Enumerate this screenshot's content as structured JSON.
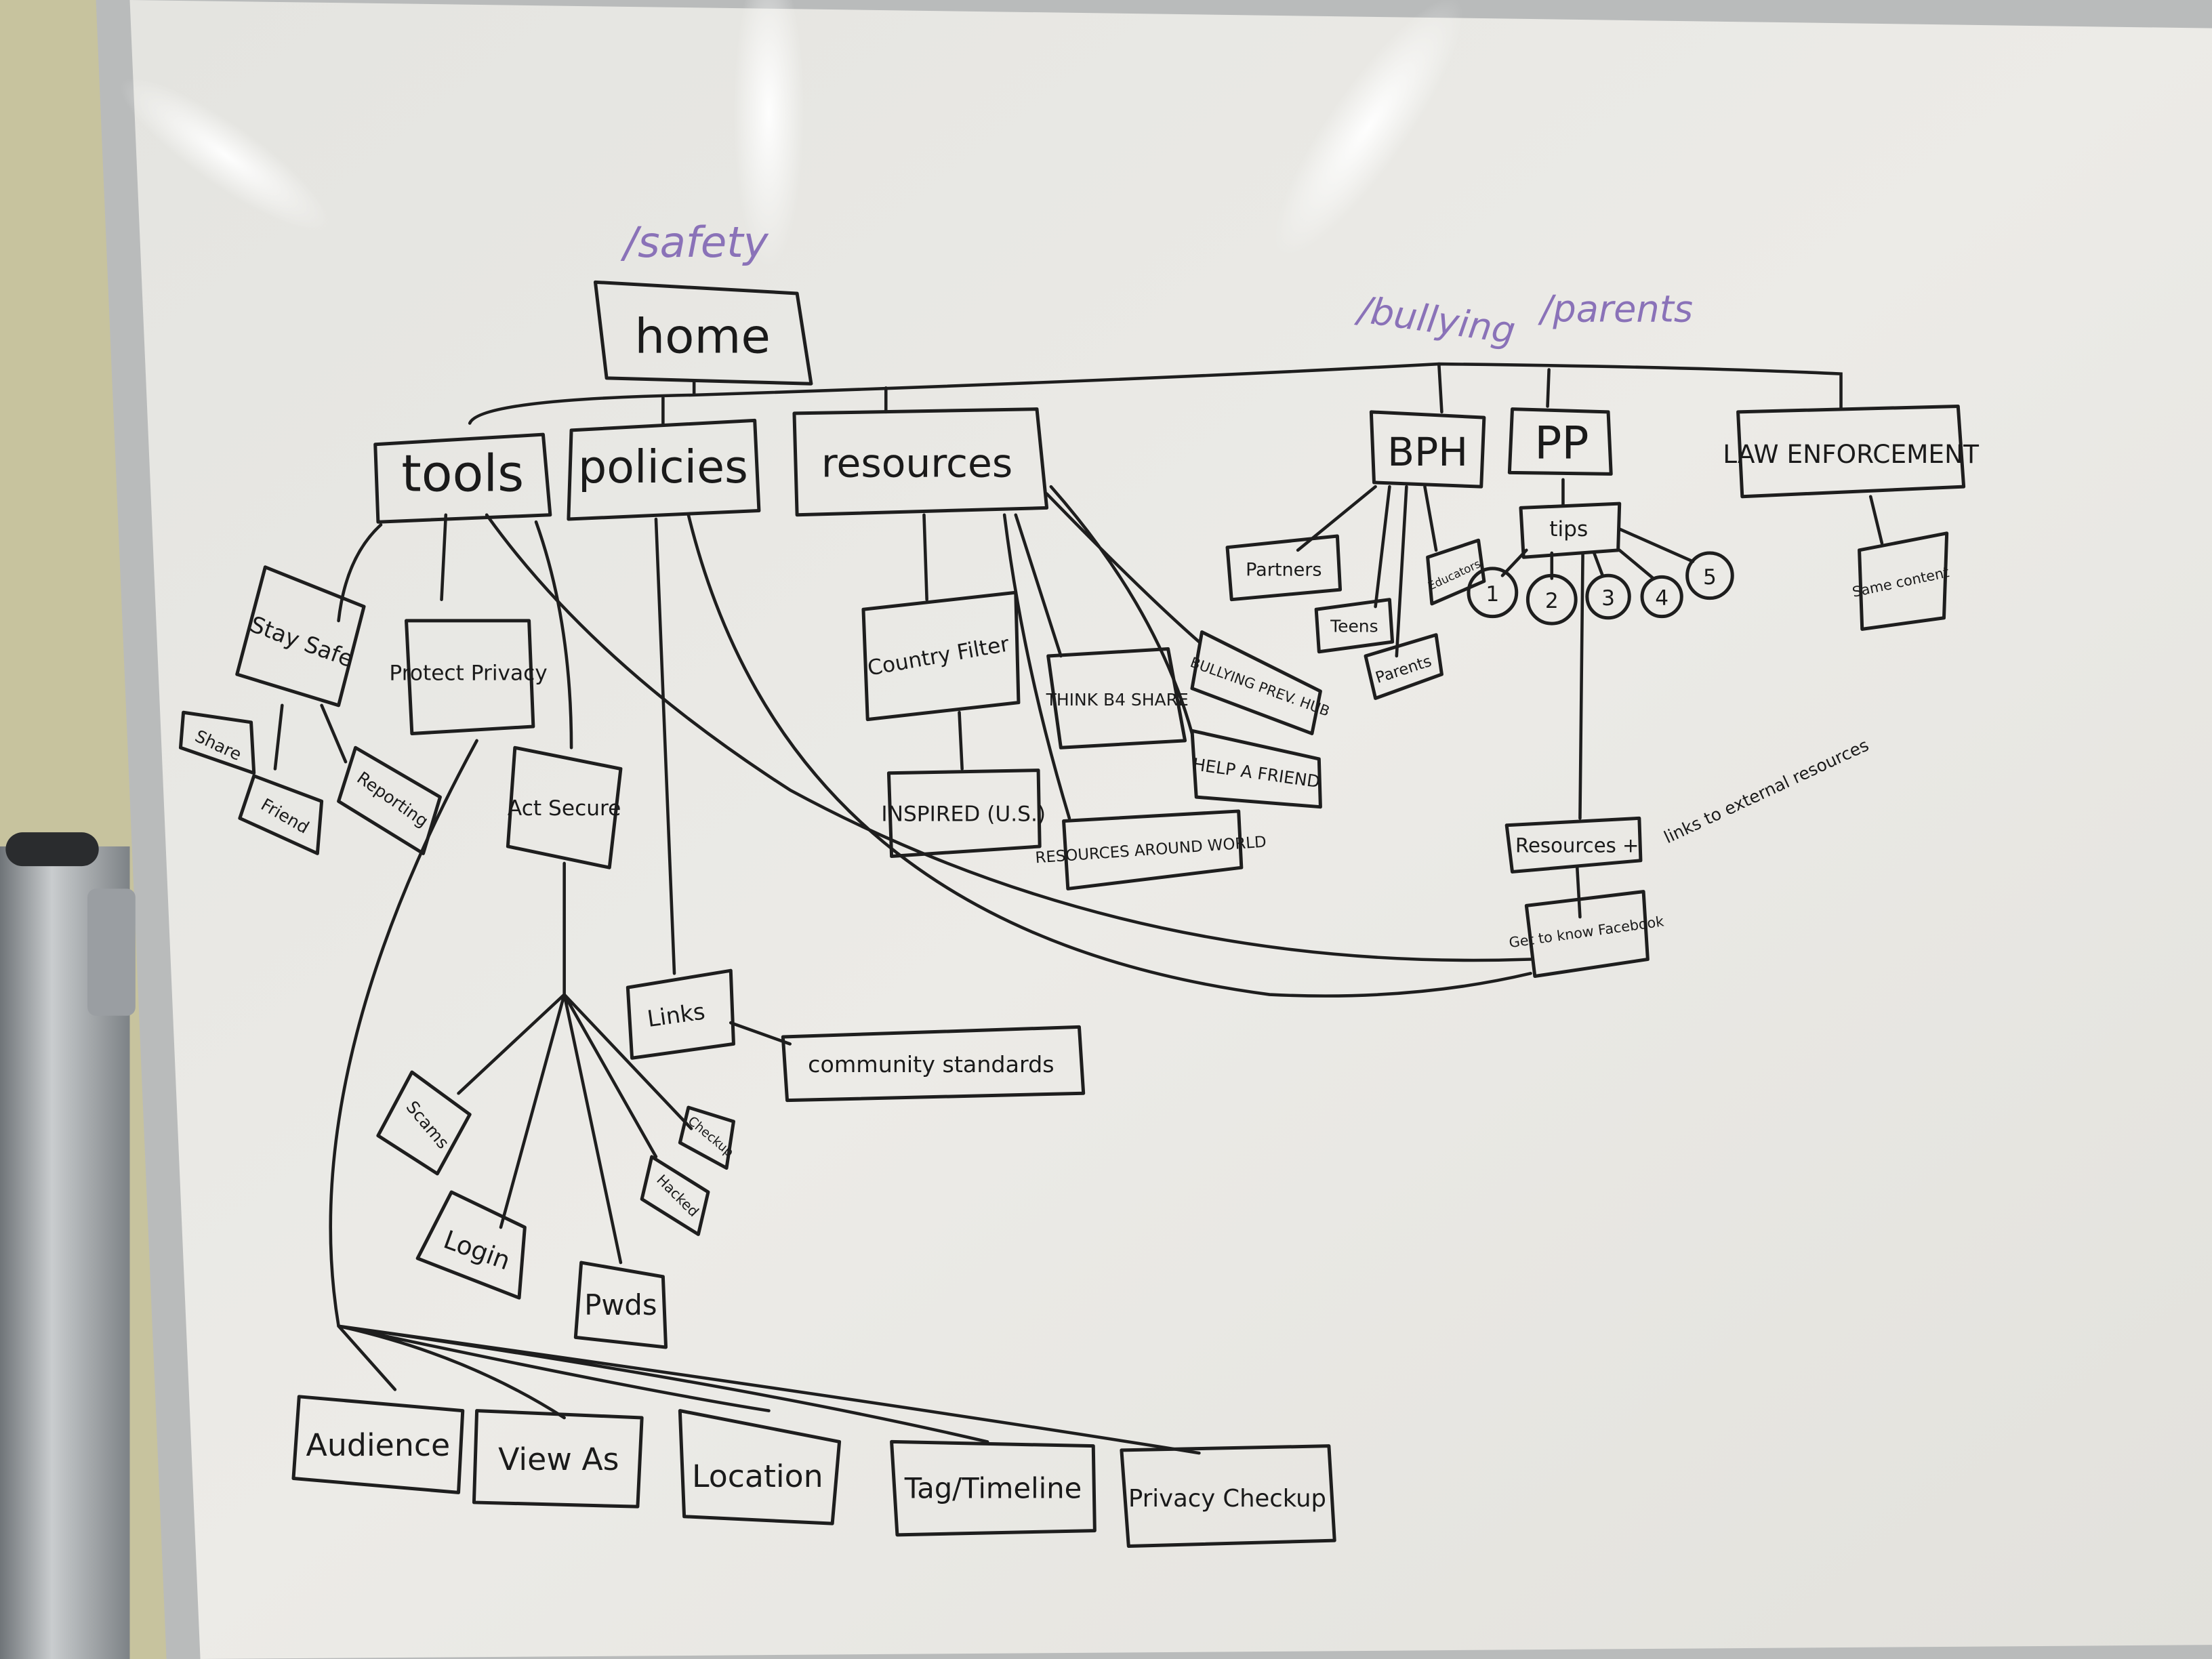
{
  "annotations": {
    "safety": "/safety",
    "bullying": "/bullying",
    "parents": "/parents",
    "external_note": "links to external resources"
  },
  "root": "home",
  "sections": {
    "tools": "tools",
    "policies": "policies",
    "resources": "resources",
    "bph": "BPH",
    "pp": "PP",
    "law": "LAW ENFORCEMENT"
  },
  "tools_children": {
    "stay_safe": "Stay Safe",
    "protect_privacy": "Protect Privacy",
    "act_secure": "Act Secure",
    "share": "Share",
    "friend": "Friend",
    "reporting": "Reporting",
    "scams": "Scams",
    "login": "Login",
    "pwds": "Pwds",
    "hacked": "Hacked",
    "checkup": "Checkup",
    "audience": "Audience",
    "view_as": "View As",
    "location": "Location",
    "tag_timeline": "Tag/Timeline",
    "privacy_checkup": "Privacy Checkup"
  },
  "policies_children": {
    "links": "Links",
    "community_standards": "community standards"
  },
  "resources_children": {
    "country_filter": "Country Filter",
    "inspired": "INSPIRED (U.S.)",
    "think_b4_share": "THINK B4 SHARE",
    "bullying_hub": "BULLYING PREV. HUB",
    "help_a_friend": "HELP A FRIEND",
    "resources_world": "RESOURCES AROUND WORLD"
  },
  "bph_children": {
    "partners": "Partners",
    "teens": "Teens",
    "parents": "Parents",
    "educators": "Educators"
  },
  "pp_children": {
    "tips": "tips",
    "tip_numbers": [
      "1",
      "2",
      "3",
      "4",
      "5"
    ],
    "resources_plus": "Resources +",
    "get_to_know": "Get to know Facebook"
  },
  "law_children": {
    "same_content": "Same content"
  },
  "colors": {
    "ink": "#1e1e1e",
    "purple": "#8a72b8",
    "board": "#ecebe6"
  }
}
